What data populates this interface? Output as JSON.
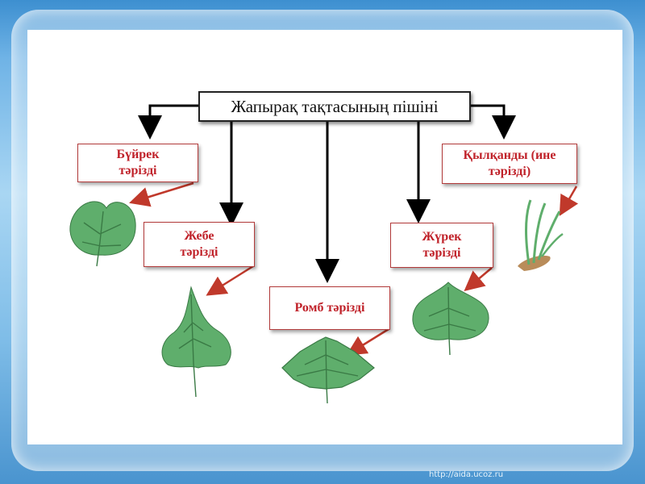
{
  "title": "Жапырақ тақтасының пішіні",
  "shapes": [
    {
      "line1": "Бүйрек",
      "line2": "тәрізді"
    },
    {
      "line1": "Жебе",
      "line2": "тәрізді"
    },
    {
      "line1": "Ромб тәрізді",
      "line2": ""
    },
    {
      "line1": "Жүрек",
      "line2": "тәрізді"
    },
    {
      "line1": "Қылқанды  (ине",
      "line2": "тәрізді)"
    }
  ],
  "footer_url": "http://aida.ucoz.ru",
  "colors": {
    "label_text": "#c0222a",
    "label_border": "#b23a3a",
    "arrow_red": "#c0392b",
    "leaf": "#5fae6c",
    "leaf_vein": "#3a7a45"
  }
}
